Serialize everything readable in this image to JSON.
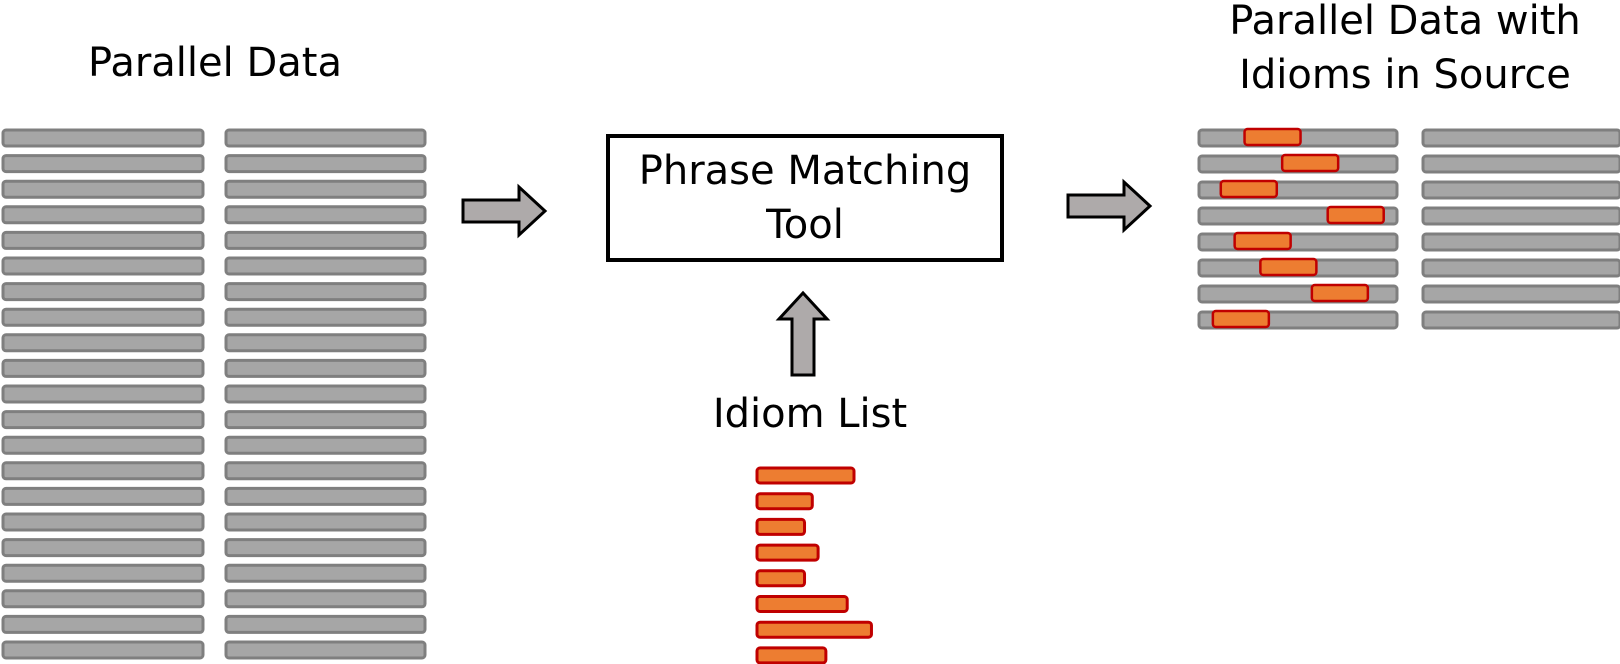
{
  "labels": {
    "parallel_data": "Parallel Data",
    "output_line1": "Parallel Data with",
    "output_line2": "Idioms in Source",
    "tool": "Phrase Matching\nTool",
    "idiom_list": "Idiom List"
  },
  "colors": {
    "sentence_fill": "#a6a6a6",
    "sentence_stroke": "#7f7f7f",
    "idiom_fill": "#ed7d31",
    "idiom_stroke": "#c00000",
    "arrow_fill": "#aeaaaa",
    "arrow_stroke": "#000000"
  },
  "parallel_data": {
    "row_count": 21
  },
  "output_data": {
    "row_count": 8,
    "idiom_position_fractions": [
      0.23,
      0.42,
      0.11,
      0.65,
      0.18,
      0.31,
      0.57,
      0.07
    ]
  },
  "idiom_list": {
    "length_fractions": [
      1.0,
      0.57,
      0.49,
      0.63,
      0.49,
      0.93,
      1.18,
      0.71
    ]
  }
}
